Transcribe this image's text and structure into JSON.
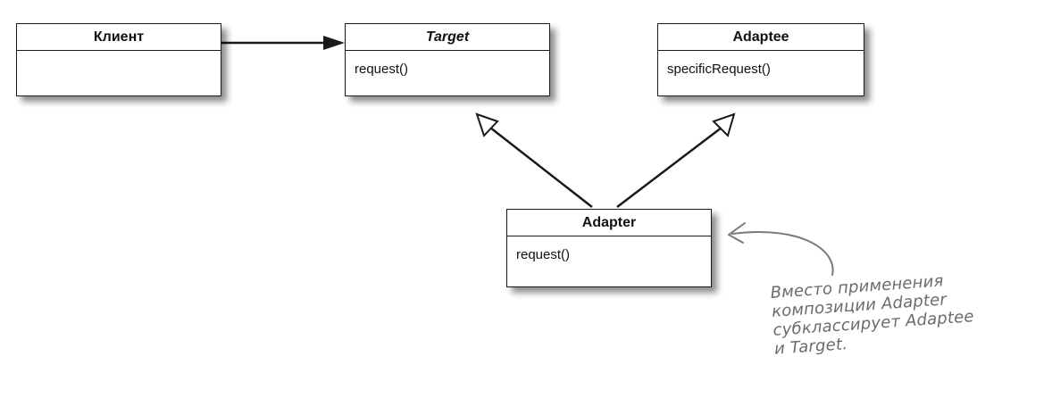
{
  "classes": {
    "client": {
      "name": "Клиент",
      "methods": ""
    },
    "target": {
      "name": "Target",
      "methods": "request()"
    },
    "adaptee": {
      "name": "Adaptee",
      "methods": "specificRequest()"
    },
    "adapter": {
      "name": "Adapter",
      "methods": "request()"
    }
  },
  "annotation": {
    "lines": [
      "Вместо применения",
      "композиции Adapter",
      "субклассирует Adaptee",
      "и Target."
    ]
  },
  "colors": {
    "lines": "#1a1a1a",
    "annotation": "#6b6b6b"
  }
}
